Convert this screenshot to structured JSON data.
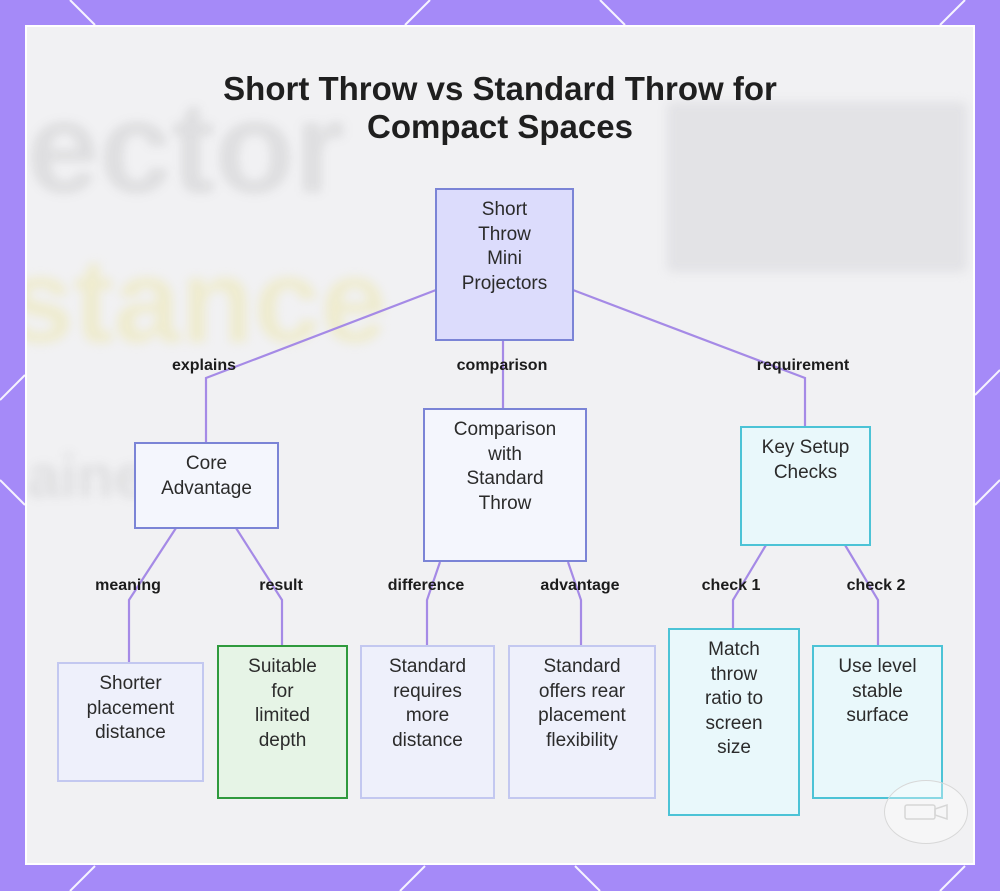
{
  "title": "Short Throw vs Standard Throw for Compact Spaces",
  "background_text": [
    "ector",
    "stance",
    "aine"
  ],
  "nodes": {
    "root": [
      "Short",
      "Throw",
      "Mini",
      "Projectors"
    ],
    "core": [
      "Core",
      "Advantage"
    ],
    "comparison": [
      "Comparison",
      "with",
      "Standard",
      "Throw"
    ],
    "checks": [
      "Key Setup",
      "Checks"
    ],
    "shorter": [
      "Shorter",
      "placement",
      "distance"
    ],
    "suitable": [
      "Suitable",
      "for",
      "limited",
      "depth"
    ],
    "std_more": [
      "Standard",
      "requires",
      "more",
      "distance"
    ],
    "std_rear": [
      "Standard",
      "offers rear",
      "placement",
      "flexibility"
    ],
    "match": [
      "Match",
      "throw",
      "ratio to",
      "screen",
      "size"
    ],
    "level": [
      "Use level",
      "stable",
      "surface"
    ]
  },
  "edges": {
    "explains": "explains",
    "comparison": "comparison",
    "requirement": "requirement",
    "meaning": "meaning",
    "result": "result",
    "difference": "difference",
    "advantage": "advantage",
    "check1": "check 1",
    "check2": "check 2"
  },
  "colors": {
    "frame": "#a58af8",
    "edge": "#a58ae6",
    "root_fill": "#dcdcfc",
    "node_border": "#7b84d6",
    "teal_border": "#4cc3d6",
    "green_border": "#2f9a3d"
  }
}
